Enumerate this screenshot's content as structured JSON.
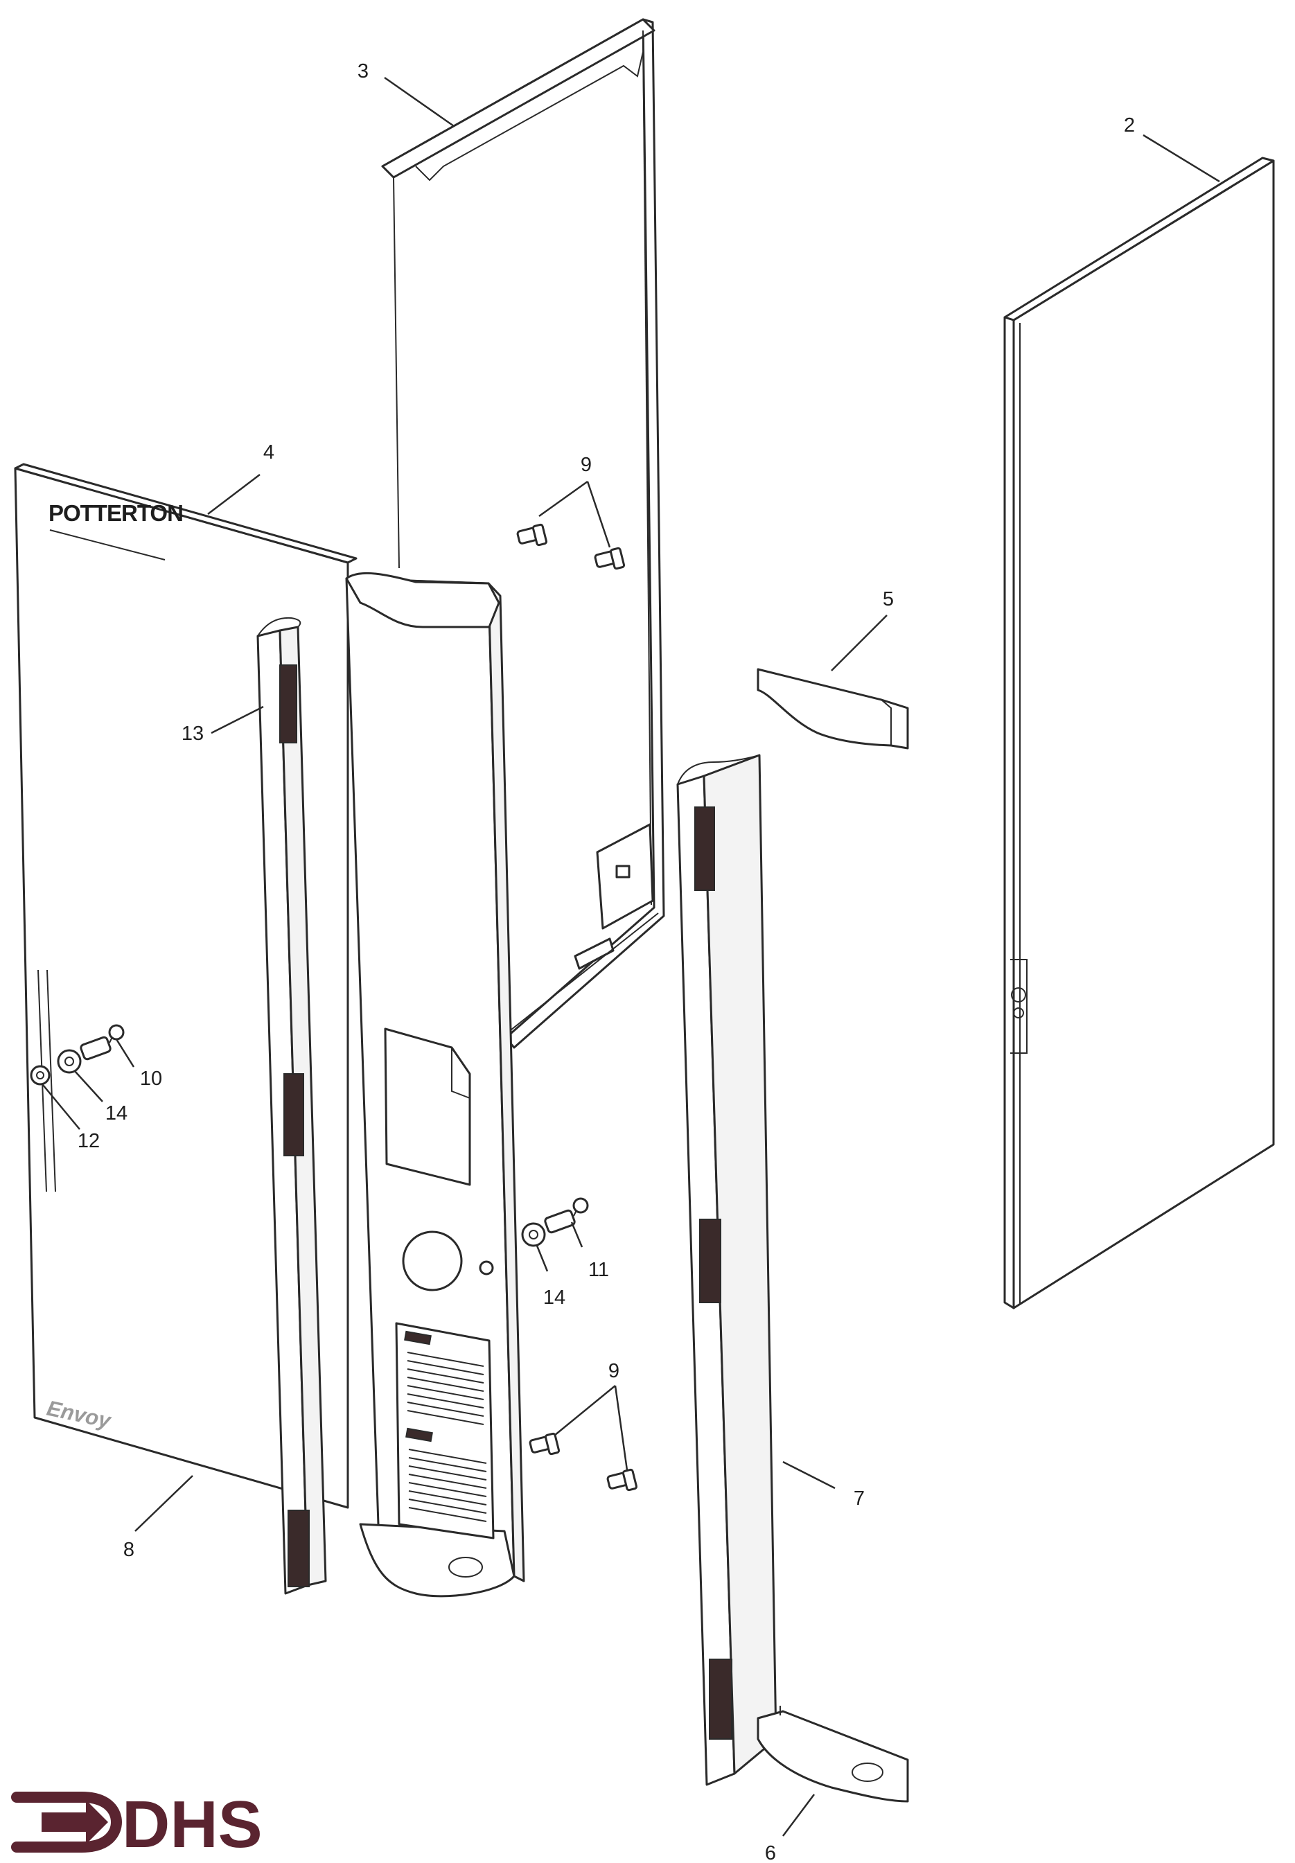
{
  "diagram": {
    "brand_text": "POTTERTON",
    "model_text": "Envoy",
    "part_labels": {
      "p2": "2",
      "p3": "3",
      "p4": "4",
      "p5": "5",
      "p6": "6",
      "p7": "7",
      "p8": "8",
      "p9_upper": "9",
      "p9_lower": "9",
      "p10": "10",
      "p11": "11",
      "p12": "12",
      "p13": "13",
      "p14_left": "14",
      "p14_mid": "14"
    }
  },
  "logo": {
    "text": "DHS",
    "color": "#5a2430"
  }
}
